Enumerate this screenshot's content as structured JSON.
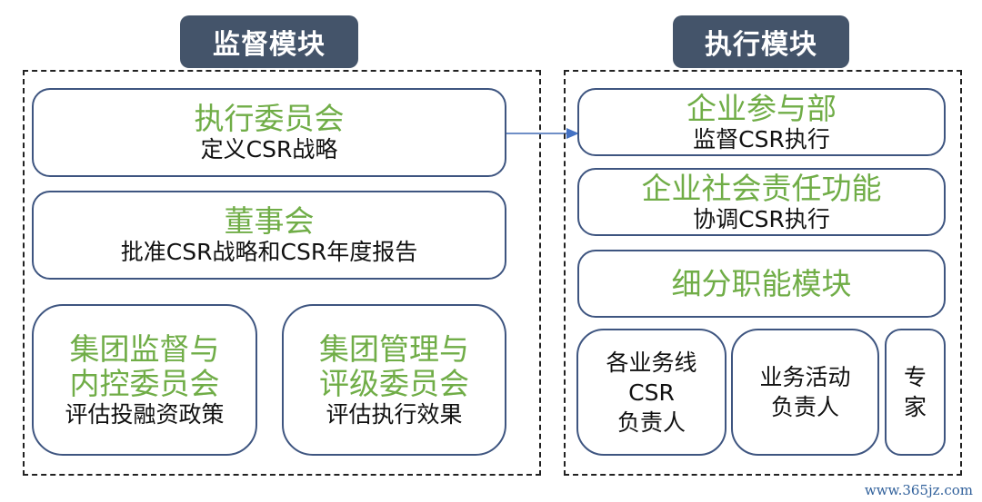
{
  "supervision_module": {
    "title": "监督模块",
    "boxes": [
      {
        "title": "执行委员会",
        "desc": "定义CSR战略"
      },
      {
        "title": "董事会",
        "desc": "批准CSR战略和CSR年度报告"
      },
      {
        "title_lines": [
          "集团监督与",
          "内控委员会"
        ],
        "desc": "评估投融资政策"
      },
      {
        "title_lines": [
          "集团管理与",
          "评级委员会"
        ],
        "desc": "评估执行效果"
      }
    ]
  },
  "execution_module": {
    "title": "执行模块",
    "boxes": [
      {
        "title": "企业参与部",
        "desc": "监督CSR执行"
      },
      {
        "title": "企业社会责任功能",
        "desc": "协调CSR执行"
      },
      {
        "title": "细分职能模块"
      }
    ],
    "sub_boxes": [
      {
        "lines": [
          "各业务线",
          "CSR",
          "负责人"
        ]
      },
      {
        "lines": [
          "业务活动",
          "负责人"
        ]
      },
      {
        "lines": [
          "专",
          "家"
        ]
      }
    ]
  },
  "watermark": "www.365jz.com",
  "colors": {
    "title_bg": "#44546a",
    "box_border": "#3e5580",
    "green_text": "#70ad47",
    "arrow": "#4472c4"
  }
}
